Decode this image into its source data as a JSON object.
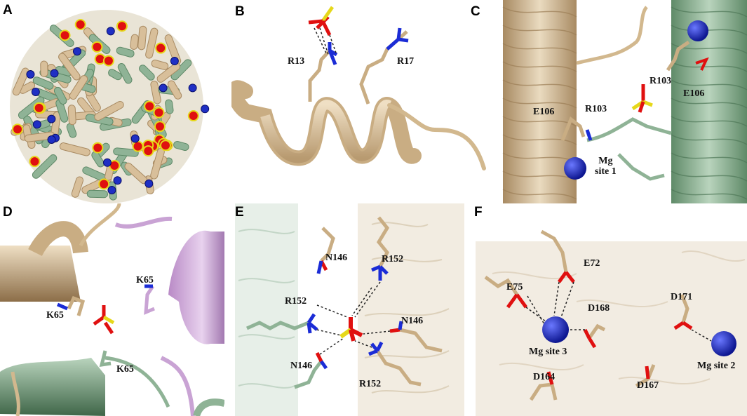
{
  "figure": {
    "colors": {
      "tan": "#d8bf9a",
      "tan_dark": "#a88a62",
      "green": "#8fb396",
      "green_dark": "#5f8a68",
      "purple": "#c9a3d4",
      "magnesium": "#1f2fc4",
      "sulfur": "#e6d81a",
      "oxygen": "#e01010",
      "nitrogen": "#1b2cd6"
    },
    "panels": [
      {
        "id": "A",
        "label": "A",
        "labels": []
      },
      {
        "id": "B",
        "label": "B",
        "labels": [
          "R13",
          "R17"
        ]
      },
      {
        "id": "C",
        "label": "C",
        "labels": [
          "R103",
          "E106",
          "E106",
          "R103"
        ],
        "mg": [
          "Mg",
          "site 1"
        ]
      },
      {
        "id": "D",
        "label": "D",
        "labels": [
          "K65",
          "K65",
          "K65"
        ]
      },
      {
        "id": "E",
        "label": "E",
        "labels": [
          "N146",
          "R152",
          "R152",
          "N146",
          "N146",
          "R152"
        ]
      },
      {
        "id": "F",
        "label": "F",
        "labels": [
          "E72",
          "E75",
          "D168",
          "D171",
          "D164",
          "D167"
        ],
        "mg3": [
          "Mg site 3"
        ],
        "mg2": [
          "Mg site 2"
        ]
      }
    ]
  }
}
